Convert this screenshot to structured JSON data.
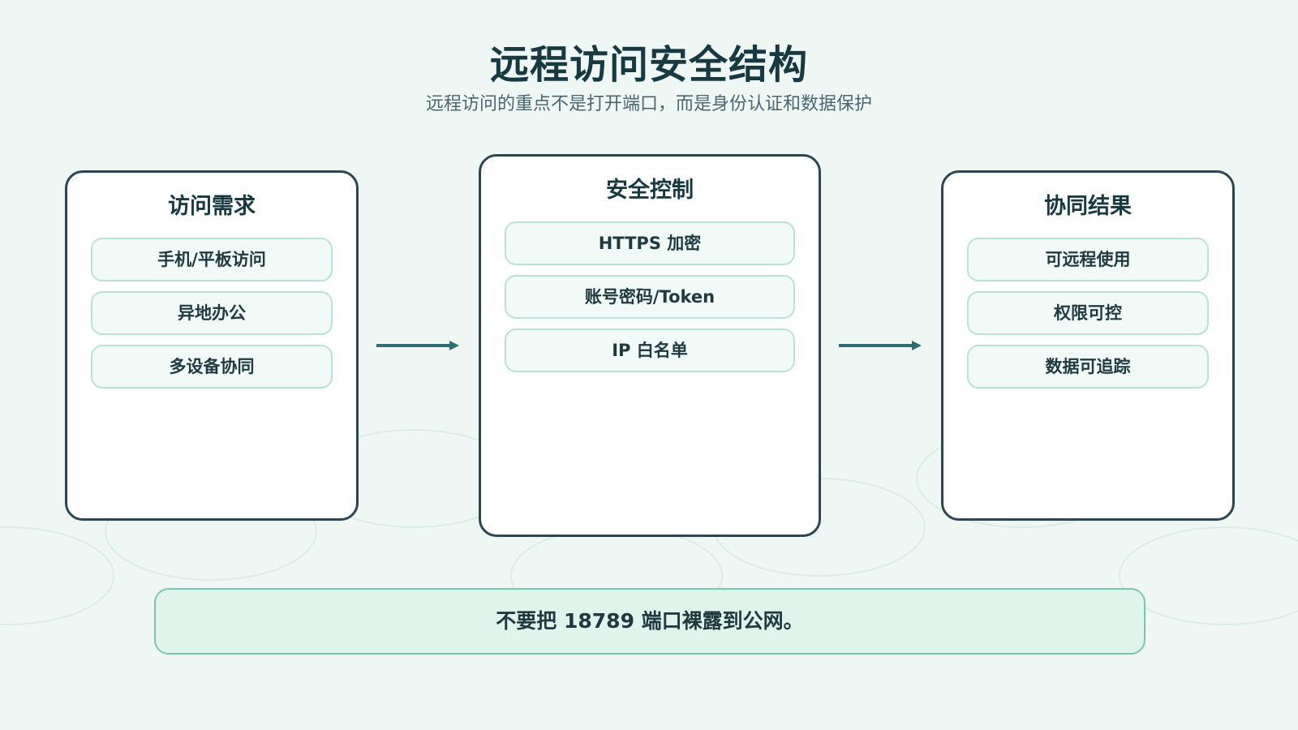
{
  "title": "远程访问安全结构",
  "subtitle": "远程访问的重点不是打开端口，而是身份认证和数据保护",
  "columns": [
    {
      "title": "访问需求",
      "items": [
        "手机/平板访问",
        "异地办公",
        "多设备协同"
      ]
    },
    {
      "title": "安全控制",
      "items": [
        "HTTPS 加密",
        "账号密码/Token",
        "IP 白名单"
      ]
    },
    {
      "title": "协同结果",
      "items": [
        "可远程使用",
        "权限可控",
        "数据可追踪"
      ]
    }
  ],
  "note": "不要把 18789 端口裸露到公网。",
  "colors": {
    "background": "#eef7f3",
    "card_border": "#2b4650",
    "item_border": "#b8e2d4",
    "item_fill": "#f1faf6",
    "arrow": "#2f6d73",
    "note_fill": "#dff5ec",
    "note_border": "#79c6b1"
  }
}
